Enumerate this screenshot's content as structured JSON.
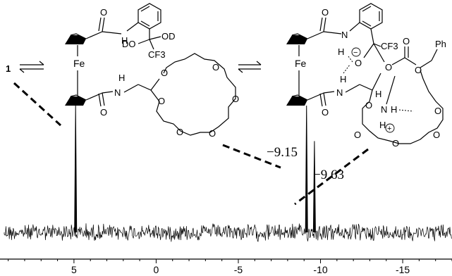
{
  "compound_number": "1",
  "equilibrium_arrow": "⇌",
  "left_structure": {
    "iron": "Fe",
    "atoms_O": "O",
    "atoms_NH": "H",
    "atom_N": "N",
    "label_OD": "OD",
    "label_DO": "DO",
    "label_CF3": "CF3"
  },
  "right_structure": {
    "iron": "Fe",
    "atoms_O": "O",
    "atom_N": "N",
    "atom_H": "H",
    "label_CF3": "CF3",
    "label_Ph": "Ph",
    "label_NH": "N",
    "minus_charge": "−",
    "plus_charge": "+"
  },
  "peak_labels": [
    "−9.15",
    "−9.63"
  ],
  "chart_data": {
    "type": "line",
    "title": "",
    "xlabel": "",
    "ylabel": "",
    "x_ticks": [
      5,
      0,
      -5,
      -10,
      -15
    ],
    "tick_labels": [
      "5",
      "0",
      "-5",
      "-10",
      "-15"
    ],
    "xlim": [
      9.5,
      -18
    ],
    "x_reversed": true,
    "grid": false,
    "peaks": [
      {
        "x": 4.9,
        "rel_height": 1.0
      },
      {
        "x": -9.15,
        "rel_height": 1.0
      },
      {
        "x": -9.63,
        "rel_height": 0.72
      }
    ],
    "baseline_noise": "dense random noise"
  }
}
